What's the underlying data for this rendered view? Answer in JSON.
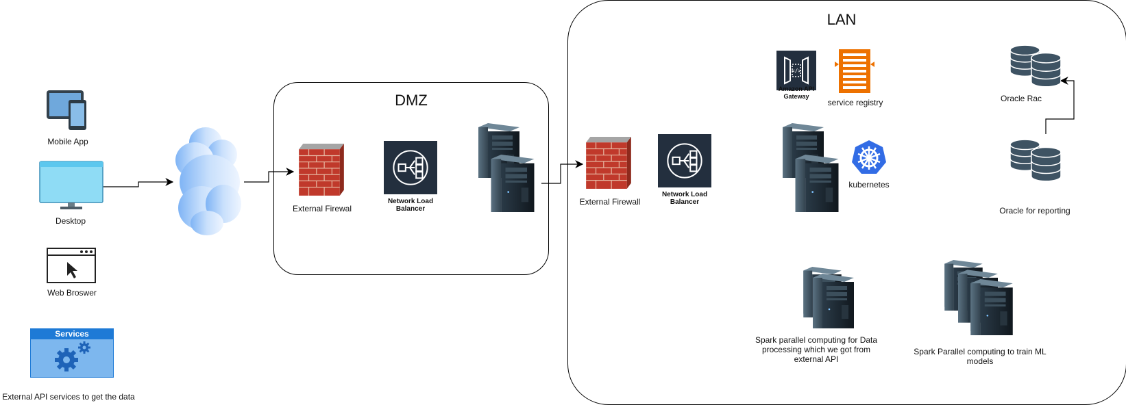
{
  "zones": {
    "dmz": {
      "title": "DMZ"
    },
    "lan": {
      "title": "LAN"
    }
  },
  "clients": {
    "mobile": "Mobile App",
    "desktop": "Desktop",
    "browser": "Web Broswer",
    "services_badge": "Services",
    "external_api": "External API services to get the data"
  },
  "dmz_nodes": {
    "firewall": "External Firewal",
    "nlb": "Network Load Balancer"
  },
  "lan_nodes": {
    "firewall": "External Firewall",
    "nlb": "Network Load Balancer",
    "api_gateway": "Amazon API Gateway",
    "service_registry": "service registry",
    "kubernetes": "kubernetes",
    "oracle_rac": "Oracle Rac",
    "oracle_reporting": "Oracle for reporting",
    "spark_data": "Spark parallel computing for Data processing which we got from external API",
    "spark_ml": "Spark Parallel computing to train ML models"
  },
  "colors": {
    "aws_dark": "#232f3e",
    "brick": "#c0392b",
    "registry_orange": "#ed7100",
    "kubernetes_blue": "#326ce5",
    "cloud_blue": "#a9cdfb",
    "services_blue": "#1e7ad6"
  }
}
